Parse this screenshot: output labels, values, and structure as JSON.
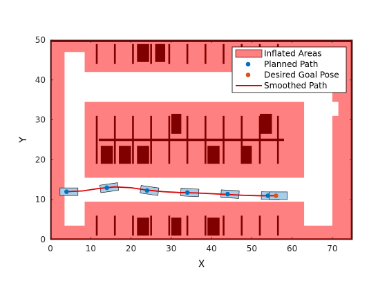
{
  "chart_data": {
    "type": "scatter",
    "title": "",
    "xlabel": "X",
    "ylabel": "Y",
    "xlim": [
      0,
      75
    ],
    "ylim": [
      0,
      50
    ],
    "xticks": [
      0,
      10,
      20,
      30,
      40,
      50,
      60,
      70
    ],
    "yticks": [
      0,
      10,
      20,
      30,
      40,
      50
    ],
    "grid": false,
    "legend_position": "top-right",
    "legend": [
      {
        "label": "Inflated Areas",
        "kind": "patch"
      },
      {
        "label": "Planned Path",
        "kind": "marker"
      },
      {
        "label": "Desired Goal Pose",
        "kind": "marker"
      },
      {
        "label": "Smoothed Path",
        "kind": "line"
      }
    ],
    "colors": {
      "inflated": "#ff8080",
      "obstacle": "#800000",
      "free": "#ffffff",
      "planned": "#0072bd",
      "goal": "#d95319",
      "smoothed": "#dd0000",
      "vehicle": "#a8cde8"
    },
    "inflated_areas": [
      {
        "x": [
          0,
          75
        ],
        "y": [
          47,
          50
        ]
      },
      {
        "x": [
          0,
          3.5
        ],
        "y": [
          0,
          50
        ]
      },
      {
        "x": [
          0,
          75
        ],
        "y": [
          0,
          3.5
        ]
      },
      {
        "x": [
          71.5,
          75
        ],
        "y": [
          0,
          50
        ]
      },
      {
        "x": [
          8.5,
          61
        ],
        "y": [
          42,
          50
        ]
      },
      {
        "x": [
          8.5,
          63
        ],
        "y": [
          15.5,
          34.5
        ]
      },
      {
        "x": [
          8.5,
          63
        ],
        "y": [
          0,
          9.5
        ]
      },
      {
        "x": [
          70,
          75
        ],
        "y": [
          34.5,
          50
        ]
      },
      {
        "x": [
          70,
          75
        ],
        "y": [
          0,
          31
        ]
      }
    ],
    "obstacles": [
      {
        "x": [
          0,
          75
        ],
        "y": [
          49.5,
          50
        ]
      },
      {
        "x": [
          0,
          0.3
        ],
        "y": [
          0,
          50
        ]
      },
      {
        "x": [
          0,
          75
        ],
        "y": [
          0,
          0.3
        ]
      },
      {
        "x": [
          74.6,
          75
        ],
        "y": [
          0,
          50
        ]
      },
      {
        "x": [
          21.5,
          24.5
        ],
        "y": [
          44.5,
          49
        ]
      },
      {
        "x": [
          26,
          28.5
        ],
        "y": [
          44.5,
          49
        ]
      },
      {
        "x": [
          30,
          32.5
        ],
        "y": [
          26.5,
          31.5
        ]
      },
      {
        "x": [
          52,
          55
        ],
        "y": [
          26.5,
          31.5
        ]
      },
      {
        "x": [
          12.5,
          15.5
        ],
        "y": [
          19,
          23.5
        ]
      },
      {
        "x": [
          17,
          20
        ],
        "y": [
          19,
          23.5
        ]
      },
      {
        "x": [
          21.5,
          24.5
        ],
        "y": [
          19,
          23.5
        ]
      },
      {
        "x": [
          39,
          42
        ],
        "y": [
          19,
          23.5
        ]
      },
      {
        "x": [
          47.5,
          50
        ],
        "y": [
          19,
          23.5
        ]
      },
      {
        "x": [
          21.5,
          24.5
        ],
        "y": [
          1,
          5.5
        ]
      },
      {
        "x": [
          30,
          32.5
        ],
        "y": [
          1,
          5.5
        ]
      },
      {
        "x": [
          39,
          42
        ],
        "y": [
          1,
          5.5
        ]
      },
      {
        "x": [
          12,
          58
        ],
        "y": [
          24.7,
          25.3
        ]
      }
    ],
    "divider_lines": {
      "top_x": [
        11.5,
        16,
        20.5,
        25,
        29.5,
        34,
        38.5,
        43,
        47.5,
        52,
        56.5
      ],
      "top_y": [
        44,
        49
      ],
      "mid_x": [
        11.5,
        16,
        20.5,
        25,
        29.5,
        34,
        38.5,
        43,
        47.5,
        52,
        56.5
      ],
      "mid_upper_y": [
        25,
        31
      ],
      "mid_lower_y": [
        19,
        25
      ],
      "bottom_x": [
        11.5,
        16,
        20.5,
        25,
        29.5,
        34,
        38.5,
        43,
        47.5,
        52,
        56.5
      ],
      "bottom_y": [
        1,
        6
      ]
    },
    "planned_path": [
      {
        "x": 4,
        "y": 12,
        "heading": 0
      },
      {
        "x": 14,
        "y": 13,
        "heading": 8
      },
      {
        "x": 24,
        "y": 12.3,
        "heading": -8
      },
      {
        "x": 34,
        "y": 11.8,
        "heading": -3
      },
      {
        "x": 44,
        "y": 11.4,
        "heading": -3
      },
      {
        "x": 54,
        "y": 11,
        "heading": -1
      }
    ],
    "goal_pose": {
      "x": 56,
      "y": 11,
      "heading": 0
    },
    "smoothed_path": {
      "x": [
        4,
        8,
        12,
        16,
        20,
        24,
        28,
        32,
        36,
        40,
        44,
        48,
        52,
        56
      ],
      "y": [
        12,
        12.2,
        12.8,
        13.2,
        13.0,
        12.4,
        12.0,
        11.8,
        11.7,
        11.5,
        11.3,
        11.1,
        11.0,
        11.0
      ]
    }
  }
}
